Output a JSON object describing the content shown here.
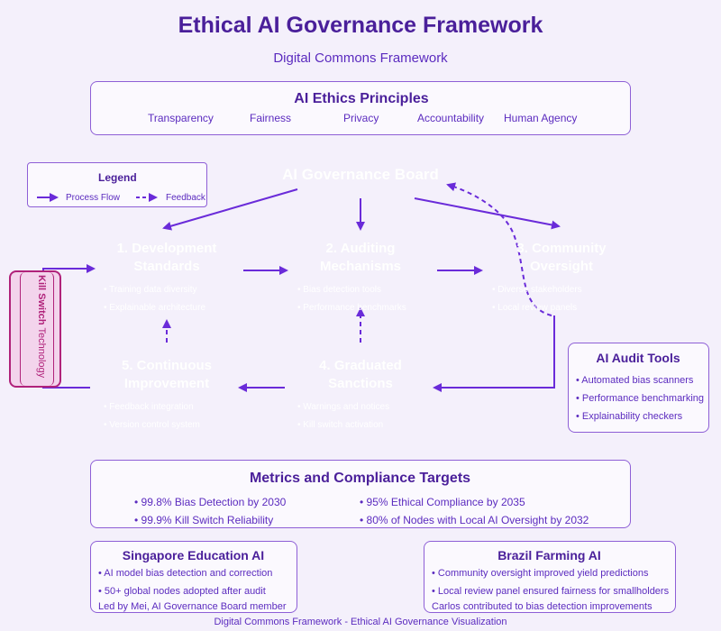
{
  "header": {
    "title": "Ethical AI Governance Framework",
    "subtitle": "Digital Commons Framework"
  },
  "principles": {
    "title": "AI Ethics Principles",
    "items": [
      "Transparency",
      "Fairness",
      "Privacy",
      "Accountability",
      "Human Agency"
    ]
  },
  "legend": {
    "title": "Legend",
    "process": "Process Flow",
    "feedback": "Feedback"
  },
  "board": {
    "title": "AI Governance Board"
  },
  "nodes": [
    {
      "title1": "1. Development",
      "title2": "Standards",
      "b1": "• Training data diversity",
      "b2": "• Explainable architecture"
    },
    {
      "title1": "2. Auditing",
      "title2": "Mechanisms",
      "b1": "• Bias detection tools",
      "b2": "• Performance benchmarks"
    },
    {
      "title1": "3. Community",
      "title2": "Oversight",
      "b1": "• Diverse stakeholders",
      "b2": "• Local review panels"
    },
    {
      "title1": "4. Graduated",
      "title2": "Sanctions",
      "b1": "• Warnings and notices",
      "b2": "• Kill switch activation"
    },
    {
      "title1": "5. Continuous",
      "title2": "Improvement",
      "b1": "• Feedback integration",
      "b2": "• Version control system"
    }
  ],
  "killswitch": {
    "bold": "Kill Switch",
    "normal": "Technology"
  },
  "audit_tools": {
    "title": "AI Audit Tools",
    "items": [
      "• Automated bias scanners",
      "• Performance benchmarking",
      "• Explainability checkers"
    ]
  },
  "metrics": {
    "title": "Metrics and Compliance Targets",
    "items": [
      "• 99.8% Bias Detection by 2030",
      "• 95% Ethical Compliance by 2035",
      "• 99.9% Kill Switch Reliability",
      "• 80% of Nodes with Local AI Oversight by 2032"
    ]
  },
  "singapore": {
    "title": "Singapore Education AI",
    "items": [
      "• AI model bias detection and correction",
      "• 50+ global nodes adopted after audit",
      "Led by Mei, AI Governance Board member"
    ]
  },
  "brazil": {
    "title": "Brazil Farming AI",
    "items": [
      "• Community oversight improved yield predictions",
      "• Local review panel ensured fairness for smallholders",
      "Carlos contributed to bias detection improvements"
    ]
  },
  "footer": "Digital Commons Framework - Ethical AI Governance Visualization",
  "colors": {
    "accent": "#6a2bd9",
    "killswitch": "#b0227a",
    "background": "#f4f0fb"
  }
}
